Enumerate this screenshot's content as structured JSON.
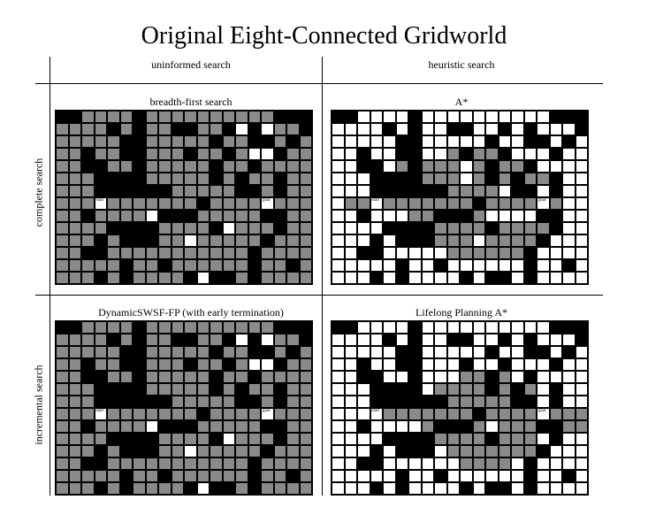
{
  "title": "Original Eight-Connected Gridworld",
  "columns": {
    "left": "uninformed search",
    "right": "heuristic search"
  },
  "rows": {
    "top": "complete search",
    "bottom": "incremental search"
  },
  "markers": {
    "start": "start",
    "goal": "goal"
  },
  "walls": [
    "##....#..........###",
    "....#.#..##..#.#...#",
    ".....##.....#..##.#.",
    "..#..##...#..#...#..",
    "..##..#.....#..#....",
    "...####.....#.#..#..",
    "...######.....##.#..",
    "...........#........",
    "..#.....###.....##..",
    "....####....#....#..",
    "...#.###........#...",
    "..##...........#....",
    ".....#..#......#..#.",
    "...#.#....#.##.#...."
  ],
  "panels": [
    {
      "caption": "breadth-first search",
      "expanded": [
        "..................##",
        "..............###...",
        "...............##...",
        "...............##...",
        "............#.......",
        "....................",
        "..............##....",
        "....................",
        ".......#............",
        ".............#......",
        "..........#.........",
        "....................",
        "....................",
        "...........#........"
      ]
    },
    {
      "caption": "A*",
      "expanded": [
        "####################",
        "####################",
        "####################",
        "#########....#######",
        "#####.....#.#..#####",
        "###.......#.#....###",
        "###..........##.####",
        "#.................##",
        "######......####.###",
        "#######.....#....###",
        "########...#....####",
        "#########......#####",
        "####################",
        "####################"
      ]
    },
    {
      "caption": "DynamicSWSF-FP (with early termination)",
      "expanded": [
        "..................##",
        "..............###...",
        "...............##...",
        "...............##...",
        "............#.......",
        "....................",
        "..............##....",
        "....................",
        ".......#............",
        ".............#......",
        "..........#.........",
        "....................",
        "....................",
        "...........#........"
      ]
    },
    {
      "caption": "Lifelong Planning A*",
      "expanded": [
        "####################",
        "####################",
        "####################",
        "####################",
        "##########....######",
        "########........####",
        "######.........#####",
        "###.................",
        "#######.....#.......",
        "########........####",
        "#########.......####",
        "##########....######",
        "####################",
        "####################"
      ]
    }
  ]
}
